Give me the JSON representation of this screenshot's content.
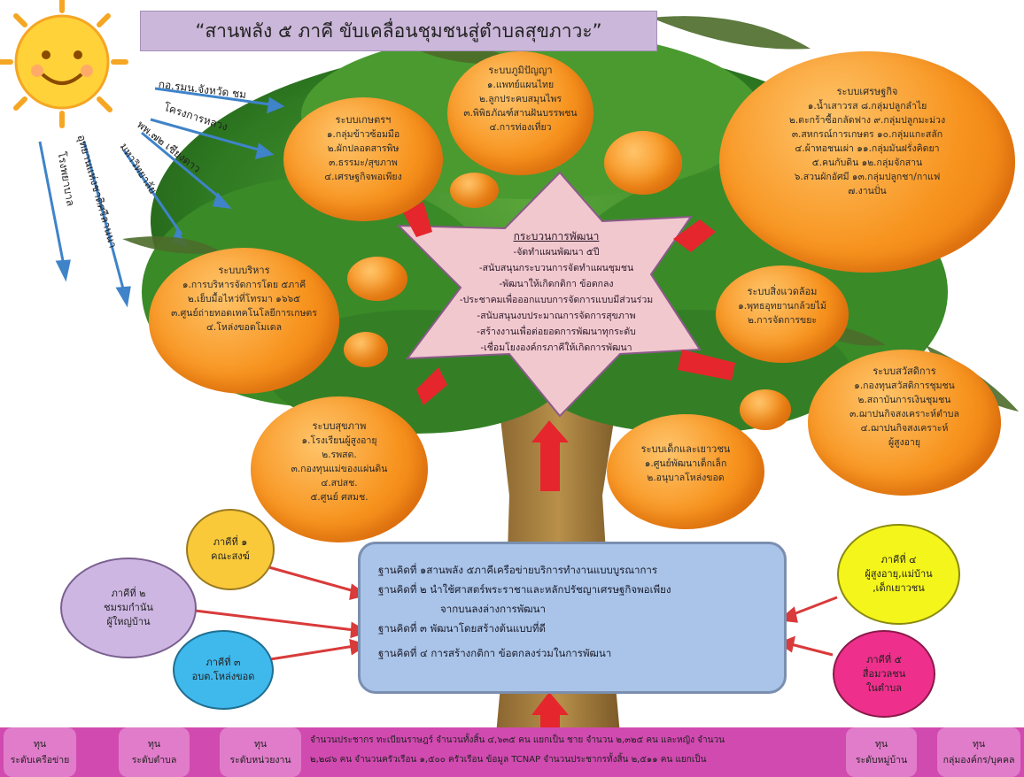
{
  "title": "“สานพลัง ๕ ภาคี ขับเคลื่อนชุมชนสู่ตำบลสุขภาวะ”",
  "sun_rays": [
    {
      "label": "กอ.รมน.จังหวัด ชม"
    },
    {
      "label": "โครงการหลวง"
    },
    {
      "label": "พพ.๗๒ เชียงดาว"
    },
    {
      "label": "มหาวิทยาลัย"
    },
    {
      "label": "อุทยานแห่งชาติศรีลานนา"
    },
    {
      "label": "โรงพยาบาล"
    }
  ],
  "oranges": {
    "agriculture": {
      "title": "ระบบเกษตรฯ",
      "lines": [
        "๑.กลุ่มข้าวซ้อมมือ",
        "๒.ผักปลอดสารพิษ",
        "๓.ธรรมะ/สุขภาพ",
        "๔.เศรษฐกิจพอเพียง"
      ]
    },
    "wisdom": {
      "title": "ระบบภูมิปัญญา",
      "lines": [
        "๑.แพทย์แผนไทย",
        "๒.ลูกประคบสมุนไพร",
        "๓.พิพิธภัณฑ์สานฝันบรรพชน",
        "๔.การท่องเที่ยว"
      ]
    },
    "economy": {
      "title": "ระบบเศรษฐกิจ",
      "lines": [
        "๑.น้ำเสาวรส ๘.กลุ่มปลูกลำไย",
        "๒.ตะกร้าซื้อกลัดฟาง ๙.กลุ่มปลูกมะม่วง",
        "๓.สหกรณ์การเกษตร ๑๐.กลุ่มแกะสลัก",
        "๔.ผ้าทอชนเผ่า ๑๑.กลุ่มมันฝรั่งคิดยา",
        "๕.คนกับดิน ๑๒.กลุ่มจักสาน",
        "๖.สวนผักอัศมี ๑๓.กลุ่มปลูกชา/กาแฟ",
        "๗.งานปั่น"
      ]
    },
    "admin": {
      "title": "ระบบบริหาร",
      "lines": [
        "๑.การบริหารจัดการโดย ๕ภาคี",
        "๒.เย็บมื้อไหว่ที่โทรมา ๑๖๖๕",
        "๓.ศูนย์ถ่ายทอดเทคโนโลยีการเกษตร",
        "๔.โหล่งขอดโมเดล"
      ]
    },
    "environment": {
      "title": "ระบบสิ่งแวดล้อม",
      "lines": [
        "๑.พุทธอุทยานกล้วยไม้",
        "๒.การจัดการขยะ"
      ]
    },
    "welfare": {
      "title": "ระบบสวัสดิการ",
      "lines": [
        "๑.กองทุนสวัสดิการชุมชน",
        "๒.สถาบันการเงินชุมชน",
        "๓.ฌาปนกิจสงเคราะห์ตำบล",
        "๔.ฌาปนกิจสงเคราะห์",
        "ผู้สูงอายุ"
      ]
    },
    "health": {
      "title": "ระบบสุขภาพ",
      "lines": [
        "๑.โรงเรียนผู้สูงอายุ",
        "๒.รพสต.",
        "๓.กองทุนแม่ของแผ่นดิน",
        "๔.สปสช.",
        "๕.ศูนย์ ศสมช."
      ]
    },
    "youth": {
      "title": "ระบบเด็กและเยาวชน",
      "lines": [
        "๑.ศูนย์พัฒนาเด็กเล็ก",
        "๒.อนุบาลโหล่งขอด"
      ]
    }
  },
  "process": {
    "title": "กระบวนการพัฒนา",
    "lines": [
      "-จัดทำแผนพัฒนา ๕ปี",
      "-สนับสนุนกระบวนการจัดทำแผนชุมชน",
      "-พัฒนาให้เกิดกติกา ข้อตกลง",
      "-ประชาคมเพื่อออกแบบการจัดการแบบมีส่วนร่วม",
      "-สนับสนุนงบประมาณการจัดการสุขภาพ",
      "-สร้างงานเพื่อต่อยอดการพัฒนาทุกระดับ",
      "-เชื่อมโยงองค์กรภาคีให้เกิดการพัฒนา"
    ]
  },
  "partners": {
    "p1": {
      "title": "ภาคีที่ ๑",
      "sub": "คณะสงฆ์",
      "color": "#f9c93a"
    },
    "p2": {
      "title": "ภาคีที่ ๒",
      "sub": "ชมรมกำนัน ผู้ใหญ่บ้าน",
      "color": "#cdb6e2"
    },
    "p3": {
      "title": "ภาคีที่ ๓",
      "sub": "อบต.โหล่งขอด",
      "color": "#3fb8ec"
    },
    "p4": {
      "title": "ภาคีที่ ๔",
      "sub": "ผู้สูงอายุ,แม่บ้าน ,เด็กเยาวชน",
      "color": "#f4f51a"
    },
    "p5": {
      "title": "ภาคีที่ ๕",
      "sub": "สื่อมวลชน ในตำบล",
      "color": "#ef2f8c"
    }
  },
  "foundations": [
    "ฐานคิดที่ ๑สานพลัง ๕ภาคีเครือข่ายบริการทำงานแบบบูรณาการ",
    "ฐานคิดที่ ๒ นำใช้ศาสตร์พระราชาและหลักปรัชญาเศรษฐกิจพอเพียง",
    "จากบนลงล่างการพัฒนา",
    "ฐานคิดที่ ๓ พัฒนาโดยสร้างต้นแบบที่ดี",
    "ฐานคิดที่ ๔ การสร้างกติกา ข้อตกลงร่วมในการพัฒนา"
  ],
  "capitals": [
    {
      "title": "ทุน",
      "sub": "ระดับเครือข่าย"
    },
    {
      "title": "ทุน",
      "sub": "ระดับตำบล"
    },
    {
      "title": "ทุน",
      "sub": "ระดับหน่วยงาน"
    },
    {
      "title": "ทุน",
      "sub": "ระดับหมู่บ้าน"
    },
    {
      "title": "ทุน",
      "sub": "กลุ่มองค์กร/บุคคล"
    }
  ],
  "population": [
    "จำนวนประชากร ทะเบียนราษฎร์ จำนวนทั้งสิ้น ๔,๖๓๕ คน แยกเป็น ชาย จำนวน ๒,๓๒๕ คน และหญิง จำนวน",
    "๒,๒๘๖ คน จำนวนครัวเรือน ๑,๕๐๐ ครัวเรือน ข้อมูล TCNAP จำนวนประชากรทั้งสิ้น ๒,๕๑๑ คน แยกเป็น"
  ],
  "colors": {
    "orange": "#f7931e",
    "leaf": "#3d8b2a",
    "trunk": "#a9813e",
    "arrow_red": "#e5262c",
    "bottom_bar": "#d14ab0"
  }
}
